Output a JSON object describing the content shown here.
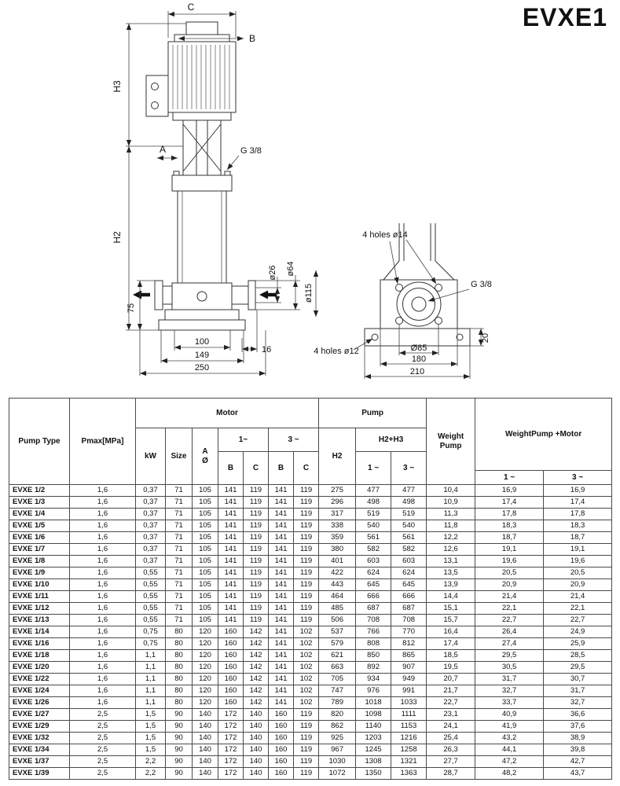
{
  "page": {
    "title": "EVXE1"
  },
  "drawing": {
    "front_view": {
      "dim_C": "C",
      "dim_B": "B",
      "dim_H3": "H3",
      "dim_A": "A",
      "port_top": "G 3/8",
      "dim_H2": "H2",
      "dim_75": "75",
      "dim_100": "100",
      "dim_149": "149",
      "dim_250": "250",
      "dim_16": "16",
      "dim_d26": "ø26",
      "dim_d64": "ø64",
      "dim_d115": "ø115"
    },
    "base_view": {
      "holes_top": "4 holes ø14",
      "port": "G 3/8",
      "holes_bottom": "4 holes ø12",
      "dim_d85": "Ø85",
      "dim_180": "180",
      "dim_210": "210",
      "dim_20": "20"
    }
  },
  "table": {
    "header": {
      "pump_type": "Pump Type",
      "pmax": "Pmax[MPa]",
      "motor": "Motor",
      "pump": "Pump",
      "weight_pump": "Weight Pump",
      "weight_pump_motor": "WeightPump +Motor",
      "kw": "kW",
      "size": "Size",
      "a": "A",
      "diameter": "Ø",
      "motor_1ph": "1~",
      "motor_3ph": "3 ~",
      "b1": "B",
      "c1": "C",
      "b3": "B",
      "c3": "C",
      "h2": "H2",
      "h2h3": "H2+H3",
      "h2h3_1ph": "1 ~",
      "h2h3_3ph": "3 ~",
      "wm_1ph": "1 ~",
      "wm_3ph": "3 ~"
    },
    "rows": [
      [
        "EVXE 1/2",
        "1,6",
        "0,37",
        "71",
        "105",
        "141",
        "119",
        "141",
        "119",
        "275",
        "477",
        "477",
        "10,4",
        "16,9",
        "16,9"
      ],
      [
        "EVXE 1/3",
        "1,6",
        "0,37",
        "71",
        "105",
        "141",
        "119",
        "141",
        "119",
        "296",
        "498",
        "498",
        "10,9",
        "17,4",
        "17,4"
      ],
      [
        "EVXE 1/4",
        "1,6",
        "0,37",
        "71",
        "105",
        "141",
        "119",
        "141",
        "119",
        "317",
        "519",
        "519",
        "11,3",
        "17,8",
        "17,8"
      ],
      [
        "EVXE 1/5",
        "1,6",
        "0,37",
        "71",
        "105",
        "141",
        "119",
        "141",
        "119",
        "338",
        "540",
        "540",
        "11,8",
        "18,3",
        "18,3"
      ],
      [
        "EVXE 1/6",
        "1,6",
        "0,37",
        "71",
        "105",
        "141",
        "119",
        "141",
        "119",
        "359",
        "561",
        "561",
        "12,2",
        "18,7",
        "18,7"
      ],
      [
        "EVXE 1/7",
        "1,6",
        "0,37",
        "71",
        "105",
        "141",
        "119",
        "141",
        "119",
        "380",
        "582",
        "582",
        "12,6",
        "19,1",
        "19,1"
      ],
      [
        "EVXE 1/8",
        "1,6",
        "0,37",
        "71",
        "105",
        "141",
        "119",
        "141",
        "119",
        "401",
        "603",
        "603",
        "13,1",
        "19,6",
        "19,6"
      ],
      [
        "EVXE 1/9",
        "1,6",
        "0,55",
        "71",
        "105",
        "141",
        "119",
        "141",
        "119",
        "422",
        "624",
        "624",
        "13,5",
        "20,5",
        "20,5"
      ],
      [
        "EVXE 1/10",
        "1,6",
        "0,55",
        "71",
        "105",
        "141",
        "119",
        "141",
        "119",
        "443",
        "645",
        "645",
        "13,9",
        "20,9",
        "20,9"
      ],
      [
        "EVXE 1/11",
        "1,6",
        "0,55",
        "71",
        "105",
        "141",
        "119",
        "141",
        "119",
        "464",
        "666",
        "666",
        "14,4",
        "21,4",
        "21,4"
      ],
      [
        "EVXE 1/12",
        "1,6",
        "0,55",
        "71",
        "105",
        "141",
        "119",
        "141",
        "119",
        "485",
        "687",
        "687",
        "15,1",
        "22,1",
        "22,1"
      ],
      [
        "EVXE 1/13",
        "1,6",
        "0,55",
        "71",
        "105",
        "141",
        "119",
        "141",
        "119",
        "506",
        "708",
        "708",
        "15,7",
        "22,7",
        "22,7"
      ],
      [
        "EVXE 1/14",
        "1,6",
        "0,75",
        "80",
        "120",
        "160",
        "142",
        "141",
        "102",
        "537",
        "766",
        "770",
        "16,4",
        "26,4",
        "24,9"
      ],
      [
        "EVXE 1/16",
        "1,6",
        "0,75",
        "80",
        "120",
        "160",
        "142",
        "141",
        "102",
        "579",
        "808",
        "812",
        "17,4",
        "27,4",
        "25,9"
      ],
      [
        "EVXE 1/18",
        "1,6",
        "1,1",
        "80",
        "120",
        "160",
        "142",
        "141",
        "102",
        "621",
        "850",
        "865",
        "18,5",
        "29,5",
        "28,5"
      ],
      [
        "EVXE 1/20",
        "1,6",
        "1,1",
        "80",
        "120",
        "160",
        "142",
        "141",
        "102",
        "663",
        "892",
        "907",
        "19,5",
        "30,5",
        "29,5"
      ],
      [
        "EVXE 1/22",
        "1,6",
        "1,1",
        "80",
        "120",
        "160",
        "142",
        "141",
        "102",
        "705",
        "934",
        "949",
        "20,7",
        "31,7",
        "30,7"
      ],
      [
        "EVXE 1/24",
        "1,6",
        "1,1",
        "80",
        "120",
        "160",
        "142",
        "141",
        "102",
        "747",
        "976",
        "991",
        "21,7",
        "32,7",
        "31,7"
      ],
      [
        "EVXE 1/26",
        "1,6",
        "1,1",
        "80",
        "120",
        "160",
        "142",
        "141",
        "102",
        "789",
        "1018",
        "1033",
        "22,7",
        "33,7",
        "32,7"
      ],
      [
        "EVXE 1/27",
        "2,5",
        "1,5",
        "90",
        "140",
        "172",
        "140",
        "160",
        "119",
        "820",
        "1098",
        "1111",
        "23,1",
        "40,9",
        "36,6"
      ],
      [
        "EVXE 1/29",
        "2,5",
        "1,5",
        "90",
        "140",
        "172",
        "140",
        "160",
        "119",
        "862",
        "1140",
        "1153",
        "24,1",
        "41,9",
        "37,6"
      ],
      [
        "EVXE 1/32",
        "2,5",
        "1,5",
        "90",
        "140",
        "172",
        "140",
        "160",
        "119",
        "925",
        "1203",
        "1216",
        "25,4",
        "43,2",
        "38,9"
      ],
      [
        "EVXE 1/34",
        "2,5",
        "1,5",
        "90",
        "140",
        "172",
        "140",
        "160",
        "119",
        "967",
        "1245",
        "1258",
        "26,3",
        "44,1",
        "39,8"
      ],
      [
        "EVXE 1/37",
        "2,5",
        "2,2",
        "90",
        "140",
        "172",
        "140",
        "160",
        "119",
        "1030",
        "1308",
        "1321",
        "27,7",
        "47,2",
        "42,7"
      ],
      [
        "EVXE 1/39",
        "2,5",
        "2,2",
        "90",
        "140",
        "172",
        "140",
        "160",
        "119",
        "1072",
        "1350",
        "1363",
        "28,7",
        "48,2",
        "43,7"
      ]
    ]
  }
}
